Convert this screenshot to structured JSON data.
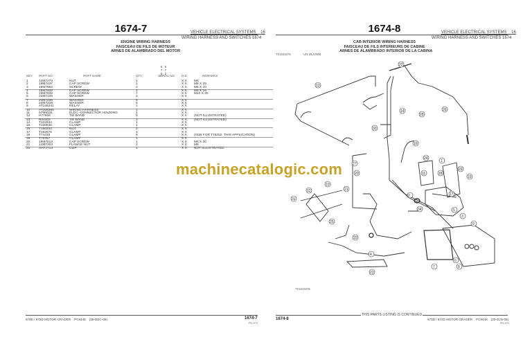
{
  "left_page": {
    "page_number": "1674-7",
    "section_top": "VEHICLE ELECTRICAL SYSTEMS",
    "section_top_num": "16",
    "section_sub": "WIRING HARNESS AND SWITCHES 1674",
    "titles": [
      "ENGINE WIRING HARNESS",
      "FAISCEAU DE FILS DE MOTEUR",
      "ARNES DE ALAMBRADO DEL MOTOR"
    ],
    "model_headers": [
      {
        "lines": [
          "6",
          "7",
          "0",
          "D"
        ]
      },
      {
        "lines": [
          "6",
          "7",
          "2",
          "D"
        ]
      }
    ],
    "columns": {
      "key": "KEY",
      "part_no": "PART NO.",
      "part_name": "PART NAME",
      "qty": "QTY.",
      "serial_no": "SERIAL NO.",
      "col_670d": "",
      "col_672d": "",
      "remarks": "REMARKS"
    },
    "rows": [
      {
        "key": "1",
        "part_no": "14M7273",
        "name": "NUT",
        "qty": "1",
        "serial": "",
        "a": "X",
        "b": "X",
        "remarks": "M8"
      },
      {
        "key": "2",
        "part_no": "19M7437",
        "name": "CAP SCREW",
        "qty": "1",
        "serial": "",
        "a": "X",
        "b": "X",
        "remarks": "M8 X 25"
      },
      {
        "key": "3",
        "part_no": "19M7862",
        "name": "SCREW",
        "qty": "2",
        "serial": "",
        "a": "X",
        "b": "X",
        "remarks": "M6 X 20"
      },
      {
        "key": "4",
        "part_no": "19M7932",
        "name": "CAP SCREW",
        "qty": "2",
        "serial": "",
        "a": "X",
        "b": "X",
        "remarks": "M8 X 16"
      },
      {
        "key": "5",
        "part_no": "19M7938",
        "name": "CAP SCREW",
        "qty": "7",
        "serial": "",
        "a": "X",
        "b": "X",
        "remarks": "M10 X 20"
      },
      {
        "key": "6",
        "part_no": "24M7135",
        "name": "WASHER",
        "qty": "2",
        "serial": "",
        "a": "X",
        "b": "X",
        "remarks": ""
      },
      {
        "key": "7",
        "part_no": "24M7236",
        "name": "WASHER",
        "qty": "5",
        "serial": "",
        "a": "X",
        "b": "X",
        "remarks": ""
      },
      {
        "key": "8",
        "part_no": "24M7239",
        "name": "WASHER",
        "qty": "5",
        "serial": "",
        "a": "X",
        "b": "X",
        "remarks": ""
      },
      {
        "key": "9",
        "part_no": "AT145341",
        "name": "RELAY",
        "qty": "1",
        "serial": "",
        "a": "X",
        "b": "X",
        "remarks": ""
      },
      {
        "key": "10",
        "part_no": "AT306365",
        "name": "WIRING HARNESS",
        "qty": "1",
        "serial": "",
        "a": "X",
        "b": "X",
        "remarks": ""
      },
      {
        "key": "11",
        "part_no": "57M8131",
        "name": "ELEC. CONNECTOR HOUSING",
        "qty": "1",
        "serial": "",
        "a": "X",
        "b": "X",
        "remarks": ""
      },
      {
        "key": "12",
        "part_no": "H77606",
        "name": "TIE BAND",
        "qty": "5",
        "serial": "",
        "a": "X",
        "b": "X",
        "remarks": "(NOT ILLUSTRATED)"
      },
      {
        "key": "13",
        "part_no": "R44302",
        "name": "TIE BAND",
        "qty": "3",
        "serial": "",
        "a": "X",
        "b": "X",
        "remarks": "(NOT ILLUSTRATED)"
      },
      {
        "key": "14",
        "part_no": "T102934",
        "name": "CLAMP",
        "qty": "1",
        "serial": "",
        "a": "X",
        "b": "X",
        "remarks": ""
      },
      {
        "key": "15",
        "part_no": "T120536",
        "name": "CLAMP",
        "qty": "1",
        "serial": "",
        "a": "X",
        "b": "X",
        "remarks": ""
      },
      {
        "key": "16",
        "part_no": "T160333",
        "name": "NUT",
        "qty": "2",
        "serial": "",
        "a": "X",
        "b": "X",
        "remarks": ""
      },
      {
        "key": "17",
        "part_no": "T162675",
        "name": "CLAMP",
        "qty": "3",
        "serial": "",
        "a": "X",
        "b": "X",
        "remarks": ""
      },
      {
        "key": "18",
        "part_no": "T74416",
        "name": "CLAMP",
        "qty": "5",
        "serial": "",
        "a": "X",
        "b": "X",
        "remarks": "(SUB FOR T76252, THIS APPLICATION)"
      },
      {
        "key": "19",
        "part_no": "T78787",
        "name": "CLAMP",
        "qty": "1",
        "serial": "",
        "a": "X",
        "b": "X",
        "remarks": ""
      },
      {
        "key": "20",
        "part_no": "19M7513",
        "name": "CAP SCREW",
        "qty": "1",
        "serial": "",
        "a": "X",
        "b": "X",
        "remarks": "M8 X 30"
      },
      {
        "key": "21",
        "part_no": "14M7303",
        "name": "FLANGE NUT",
        "qty": "2",
        "serial": "",
        "a": "X",
        "b": "X",
        "remarks": "M8"
      },
      {
        "key": "22",
        "part_no": "AH77714",
        "name": "CLIP",
        "qty": "1",
        "serial": "",
        "a": "X",
        "b": "X",
        "remarks": "NOT ILLUSTRATED"
      }
    ],
    "footer": {
      "model": "670D / 672D MOTOR GRADER",
      "catalog": "PC9448",
      "date": "(18-DEC-08)",
      "page": "1674-7",
      "pr": "PN=373"
    }
  },
  "right_page": {
    "page_number": "1674-8",
    "section_top": "VEHICLE ELECTRICAL SYSTEMS",
    "section_top_num": "16",
    "section_sub": "WIRING HARNESS AND SWITCHES 1674",
    "titles": [
      "CAB INTERIOR WIRING HARNESS",
      "FAISCEAU DE FILS INTERIEURS DE CABINE",
      "ARNES DE ALAMBRADO INTERIOR DE LA CABINA"
    ],
    "figure_id": "TX1043476",
    "figure_tag": "-UN-25JUN08",
    "figure_caption": "TX1043476",
    "continued_text": "THIS PARTS LISTING IS CONTINUED",
    "callouts": [
      "22",
      "13",
      "14",
      "28",
      "26",
      "33",
      "16",
      "24",
      "1",
      "19",
      "11",
      "18",
      "29",
      "31",
      "12",
      "10",
      "21",
      "27",
      "20",
      "2",
      "17",
      "5",
      "34",
      "3",
      "9",
      "25",
      "15",
      "4",
      "6",
      "8",
      "7",
      "23"
    ],
    "footer": {
      "page": "1674-8",
      "model": "670D / 672D MOTOR GRADER",
      "catalog": "PC9448",
      "date": "(25-JUN-08)",
      "pr": "PN=374"
    }
  },
  "watermark": "machinecatalogic.com"
}
